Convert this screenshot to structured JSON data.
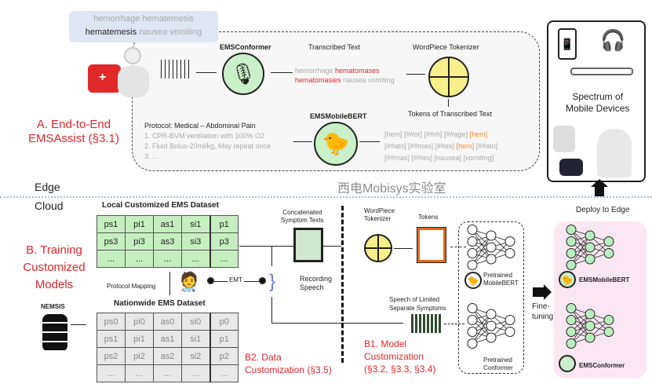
{
  "bubble": {
    "line1": "hemorrhage hematemesis",
    "line2_a": "hematemesis",
    "line2_b": "nausea vomiting"
  },
  "edge": {
    "section_title_a": "A. End-to-End",
    "section_title_b": "EMSAssist (§3.1)",
    "conformer_label": "EMSConformer",
    "transcribed_label": "Transcribed Text",
    "transcribed": {
      "w1": "hemorrhage",
      "w2": "hematomases",
      "w3": "hematomasies",
      "w4": "nausea vomiting"
    },
    "tokenizer_label": "WordPiece Tokenizer",
    "tokens_label": "Tokens of Transcribed Text",
    "tokens": {
      "l1a": "[hem] [##or] [##rh] [##age]",
      "l1b": "[hem]",
      "l2a": "[##ato] [##mas] [##es]",
      "l2b": "[hem]",
      "l2c": "[##ato]",
      "l3": "[##mas] [##ies] [nausea] [vomiting]"
    },
    "bert_label": "EMSMobileBERT",
    "protocol": {
      "title": "Protocol: Medical – Abdominal Pain",
      "s1": "1. CPR-BVM ventilation with 100% O2",
      "s2": "2. Fluid Bolus-20ml/kg, May repeat once",
      "s3": "3. ..."
    },
    "devices_label_a": "Spectrum of",
    "devices_label_b": "Mobile Devices"
  },
  "divider": {
    "edge": "Edge",
    "cloud": "Cloud"
  },
  "cloud": {
    "section_title": [
      "B. Training",
      "Customized",
      "Models"
    ],
    "local_title": "Local Customized EMS Dataset",
    "local_rows": [
      [
        "ps1",
        "pi1",
        "as1",
        "si1",
        "p1"
      ],
      [
        "ps3",
        "pi3",
        "as3",
        "si3",
        "p3"
      ],
      [
        "...",
        "...",
        "...",
        "...",
        "..."
      ]
    ],
    "nation_title": "Nationwide EMS Dataset",
    "nation_rows": [
      [
        "ps0",
        "pi0",
        "as0",
        "si0",
        "p0"
      ],
      [
        "ps1",
        "pi1",
        "as1",
        "si1",
        "p1"
      ],
      [
        "ps2",
        "pi2",
        "as2",
        "si2",
        "p2"
      ],
      [
        "...",
        "...",
        "...",
        "...",
        "..."
      ]
    ],
    "nemsis": "NEMSIS",
    "protocol_mapping": "Protocol Mapping",
    "emt": "EMT",
    "recording_a": "Recording",
    "recording_b": "Speech",
    "concat_a": "Concatenated",
    "concat_b": "Symptom Texts",
    "b2_a": "B2. Data",
    "b2_b": "Customization (§3.5)",
    "tokenizer_a": "WordPiece",
    "tokenizer_b": "Tokenizer",
    "tokens": "Tokens",
    "speech_a": "Speech of Limited",
    "speech_b": "Separate Symptoms",
    "b1_a": "B1. Model",
    "b1_b": "Customization",
    "b1_c": "(§3.2, §3.3, §3.4)",
    "pre_bert_a": "Pretrained",
    "pre_bert_b": "MobileBERT",
    "pre_conf_a": "Pretrained",
    "pre_conf_b": "Conformer",
    "finetune_a": "Fine-",
    "finetune_b": "tuning",
    "deploy": "Deploy to Edge",
    "out_bert": "EMSMobileBERT",
    "out_conf": "EMSConformer"
  },
  "watermark": "西电Mobisys实验室",
  "colors": {
    "red": "#e0262b",
    "orange": "#f08a2c",
    "green": "#c6efc0",
    "pink": "#fbe6f4",
    "yellow": "#f7f08a"
  }
}
